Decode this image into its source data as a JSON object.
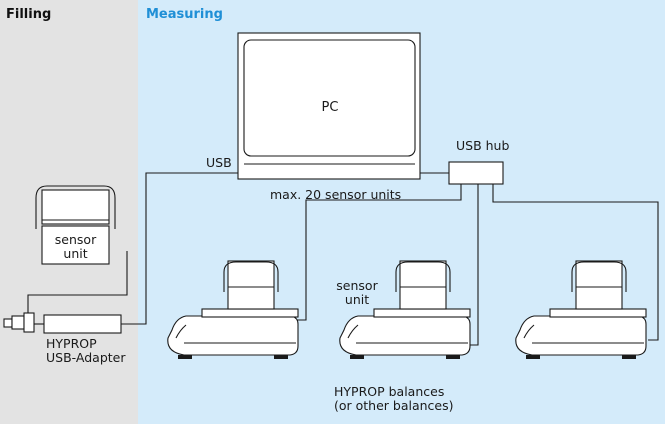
{
  "sections": {
    "filling": {
      "title": "Filling"
    },
    "measuring": {
      "title": "Measuring"
    }
  },
  "labels": {
    "pc": "PC",
    "usb": "USB",
    "usb_hub": "USB hub",
    "max_units": "max. 20 sensor units",
    "sensor_unit_filling": [
      "sensor",
      "unit"
    ],
    "sensor_unit_measuring": [
      "sensor",
      "unit"
    ],
    "adapter": [
      "HYPROP",
      "USB-Adapter"
    ],
    "balances": [
      "HYPROP balances",
      "(or other balances)"
    ]
  },
  "colors": {
    "filling_bg": "#e3e3e3",
    "measuring_bg": "#d4ebfa",
    "measuring_title": "#1f8fd6",
    "line": "#1a1a1a"
  }
}
